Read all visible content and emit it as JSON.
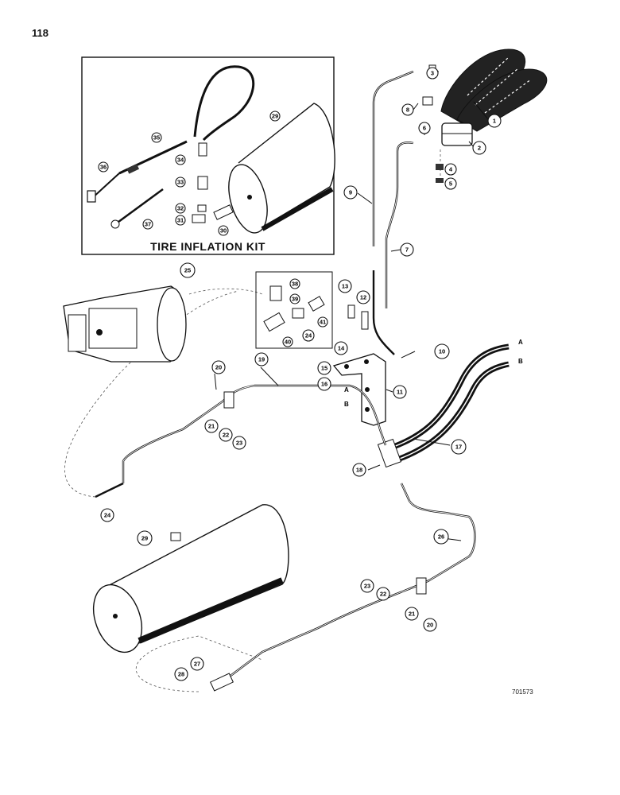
{
  "page_number": "118",
  "figure_code": "701573",
  "inset": {
    "title": "TIRE INFLATION KIT"
  },
  "letters": {
    "a": "A",
    "b": "B"
  },
  "callouts": [
    "1",
    "2",
    "3",
    "4",
    "5",
    "6",
    "7",
    "8",
    "9",
    "10",
    "11",
    "12",
    "13",
    "14",
    "15",
    "16",
    "17",
    "18",
    "19",
    "20",
    "21",
    "22",
    "23",
    "24",
    "25",
    "26",
    "27",
    "28",
    "29",
    "30",
    "31",
    "32",
    "33",
    "34",
    "35",
    "36",
    "37",
    "38",
    "39",
    "40",
    "41"
  ]
}
